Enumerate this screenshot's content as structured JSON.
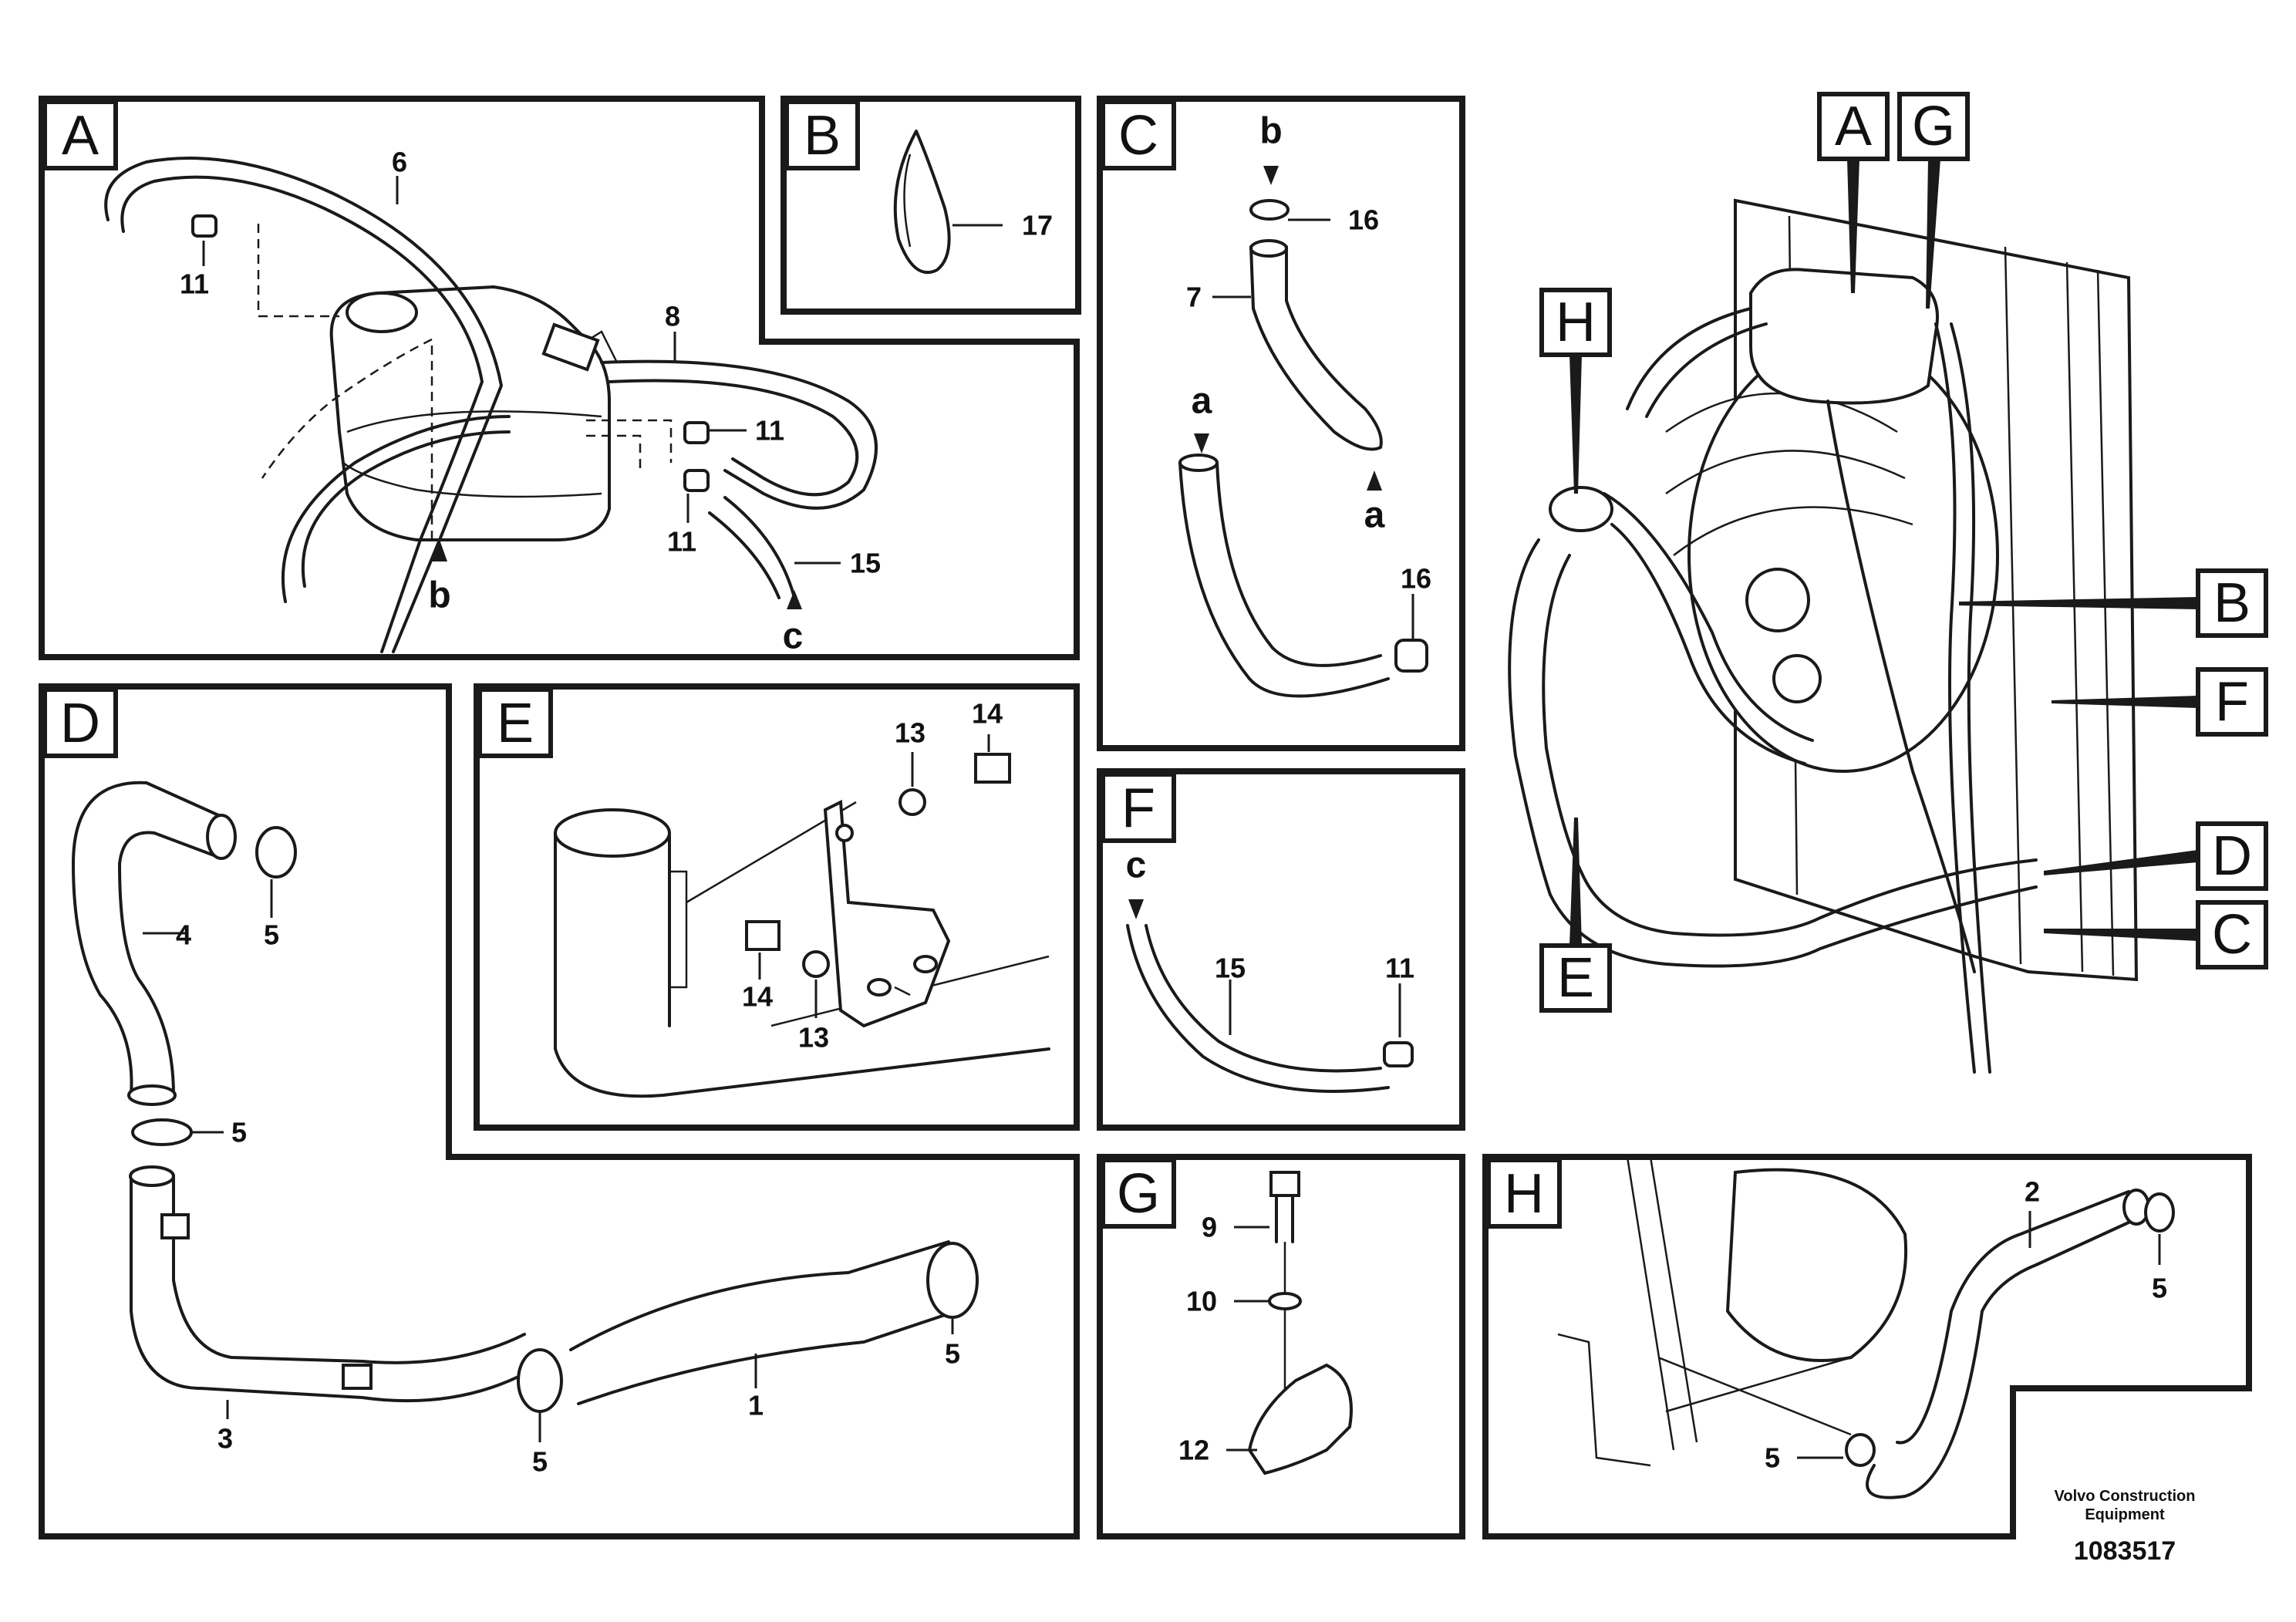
{
  "panels": {
    "A": {
      "tag": "A",
      "labels": {
        "l6": "6",
        "l8": "8",
        "l11a": "11",
        "l11b": "11",
        "l11c": "11",
        "l15": "15",
        "pb": "b",
        "pc": "c"
      }
    },
    "B": {
      "tag": "B",
      "labels": {
        "l17": "17"
      }
    },
    "C": {
      "tag": "C",
      "labels": {
        "pb": "b",
        "l16a": "16",
        "l7": "7",
        "pa1": "a",
        "pa2": "a",
        "l16b": "16"
      }
    },
    "D": {
      "tag": "D",
      "labels": {
        "l4": "4",
        "l5a": "5",
        "l5b": "5",
        "l5c": "5",
        "l5d": "5",
        "l1": "1",
        "l3": "3"
      }
    },
    "E": {
      "tag": "E",
      "labels": {
        "l13a": "13",
        "l14a": "14",
        "l14b": "14",
        "l13b": "13"
      }
    },
    "F": {
      "tag": "F",
      "labels": {
        "pc": "c",
        "l15": "15",
        "l11": "11"
      }
    },
    "G": {
      "tag": "G",
      "labels": {
        "l9": "9",
        "l10": "10",
        "l12": "12"
      }
    },
    "H": {
      "tag": "H",
      "labels": {
        "l2": "2",
        "l5a": "5",
        "l5b": "5"
      }
    }
  },
  "overview": {
    "callouts": {
      "A": "A",
      "G": "G",
      "H": "H",
      "B": "B",
      "F": "F",
      "D": "D",
      "C": "C",
      "E": "E"
    }
  },
  "footer": {
    "company_line1": "Volvo Construction",
    "company_line2": "Equipment",
    "document_number": "1083517"
  }
}
